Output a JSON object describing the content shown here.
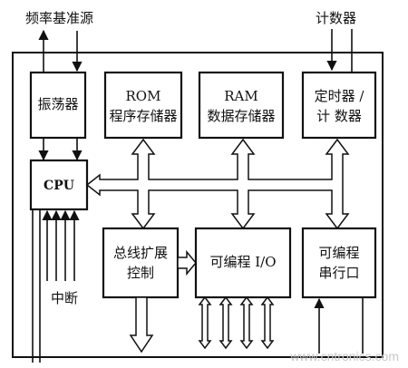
{
  "labels": {
    "freq_source": "频率基准源",
    "counter_top": "计数器",
    "oscillator": "振荡器",
    "rom_title": "ROM",
    "rom_sub": "程序存储器",
    "ram_title": "RAM",
    "ram_sub": "数据存储器",
    "timer_line1": "定时器 /",
    "timer_line2": "计 数器",
    "cpu": "CPU",
    "bus_ext_line1": "总线扩展",
    "bus_ext_line2": "控制",
    "prog_io": "可编程 I/O",
    "serial_line1": "可编程",
    "serial_line2": "串行口",
    "interrupt": "中断",
    "watermark": "www.cntronics.com"
  }
}
